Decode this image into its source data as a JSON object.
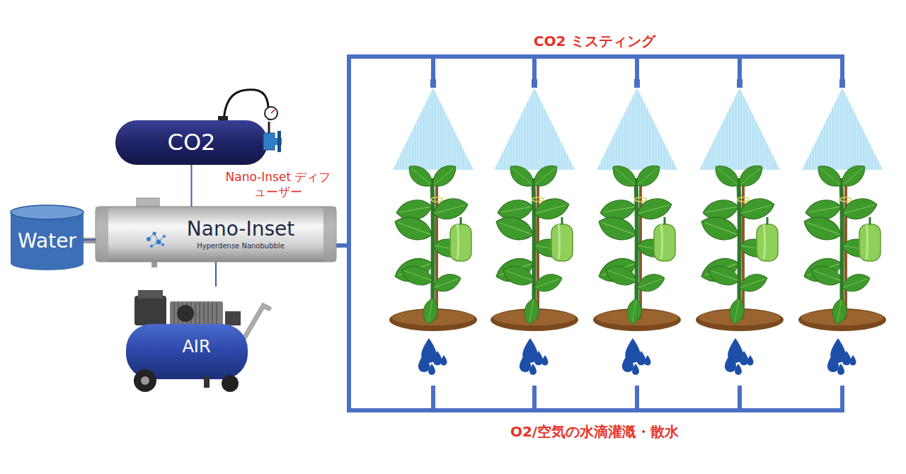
{
  "diagram": {
    "nodes": [
      {
        "text": [
          "CO2"
        ]
      },
      {
        "text": [
          "Water"
        ]
      },
      {
        "text": [
          "Nano-Inset",
          "Hyperdense Nanobubble"
        ]
      },
      {
        "text": [
          "AIR"
        ]
      }
    ],
    "edges": [
      {
        "from": 0,
        "to": 2,
        "arrow": "none"
      },
      {
        "from": 1,
        "to": 2,
        "arrow": "none"
      },
      {
        "from": 2,
        "to": 3,
        "arrow": "none"
      }
    ],
    "labels": [
      "CO2 ミスティング",
      "Nano-Inset ディフューザー",
      "O2/空気の水滴灌漑・散水"
    ]
  }
}
